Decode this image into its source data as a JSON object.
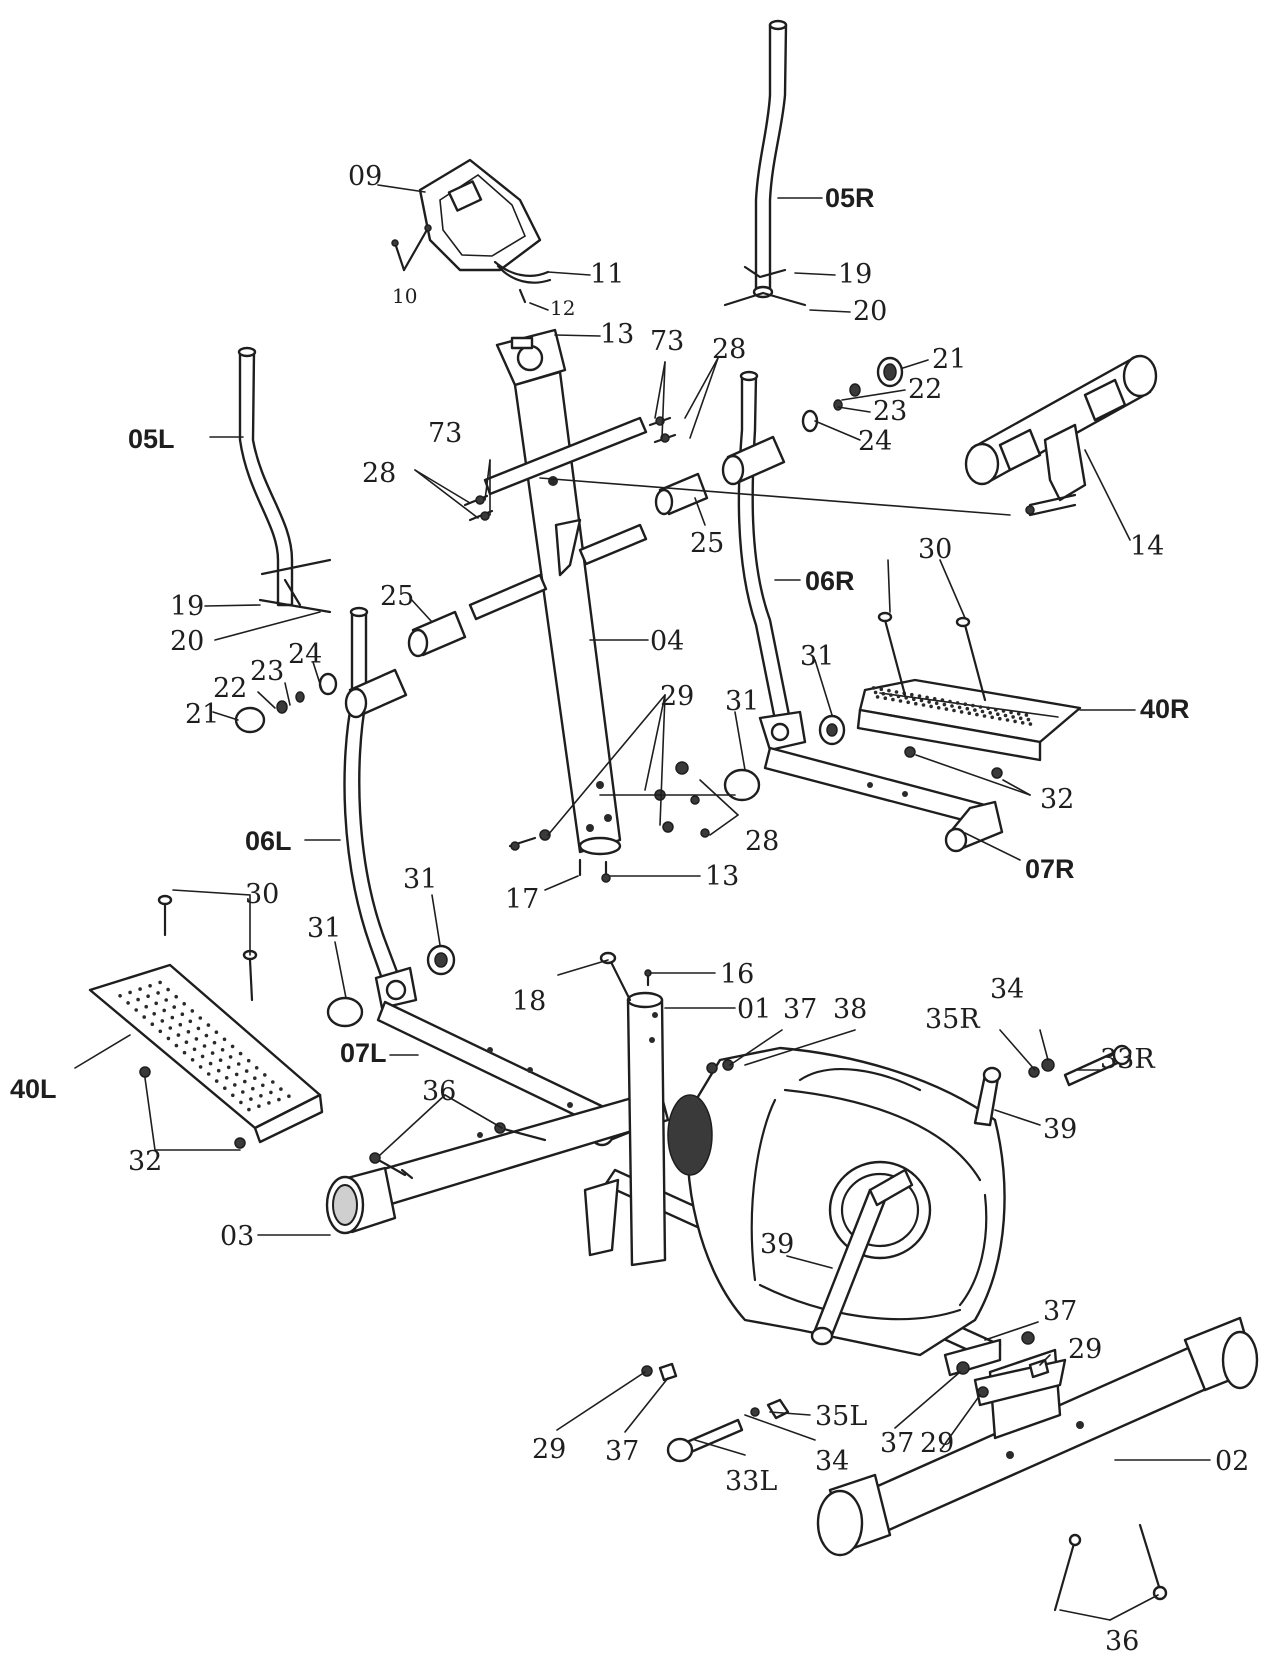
{
  "labels": {
    "l09": "09",
    "l10": "10",
    "l11": "11",
    "l12": "12",
    "l13a": "13",
    "l13b": "13",
    "l73a": "73",
    "l73b": "73",
    "l28a": "28",
    "l28b": "28",
    "l28c": "28",
    "l05R": "05R",
    "l05L": "05L",
    "l19a": "19",
    "l19b": "19",
    "l20a": "20",
    "l20b": "20",
    "l21a": "21",
    "l21b": "21",
    "l22a": "22",
    "l22b": "22",
    "l23a": "23",
    "l23b": "23",
    "l24a": "24",
    "l24b": "24",
    "l25a": "25",
    "l25b": "25",
    "l14": "14",
    "l06R": "06R",
    "l06L": "06L",
    "l04": "04",
    "l30a": "30",
    "l30b": "30",
    "l31a": "31",
    "l31b": "31",
    "l31c": "31",
    "l31d": "31",
    "l40R": "40R",
    "l40L": "40L",
    "l29a": "29",
    "l29b": "29",
    "l29c": "29",
    "l29d": "29",
    "l32a": "32",
    "l32b": "32",
    "l07R": "07R",
    "l07L": "07L",
    "l17": "17",
    "l18": "18",
    "l16": "16",
    "l01": "01",
    "l37a": "37",
    "l37b": "37",
    "l37c": "37",
    "l37d": "37",
    "l38": "38",
    "l34a": "34",
    "l34b": "34",
    "l35R": "35R",
    "l35L": "35L",
    "l33R": "33R",
    "l33L": "33L",
    "l36a": "36",
    "l36b": "36",
    "l39a": "39",
    "l39b": "39",
    "l03": "03",
    "l02": "02"
  }
}
